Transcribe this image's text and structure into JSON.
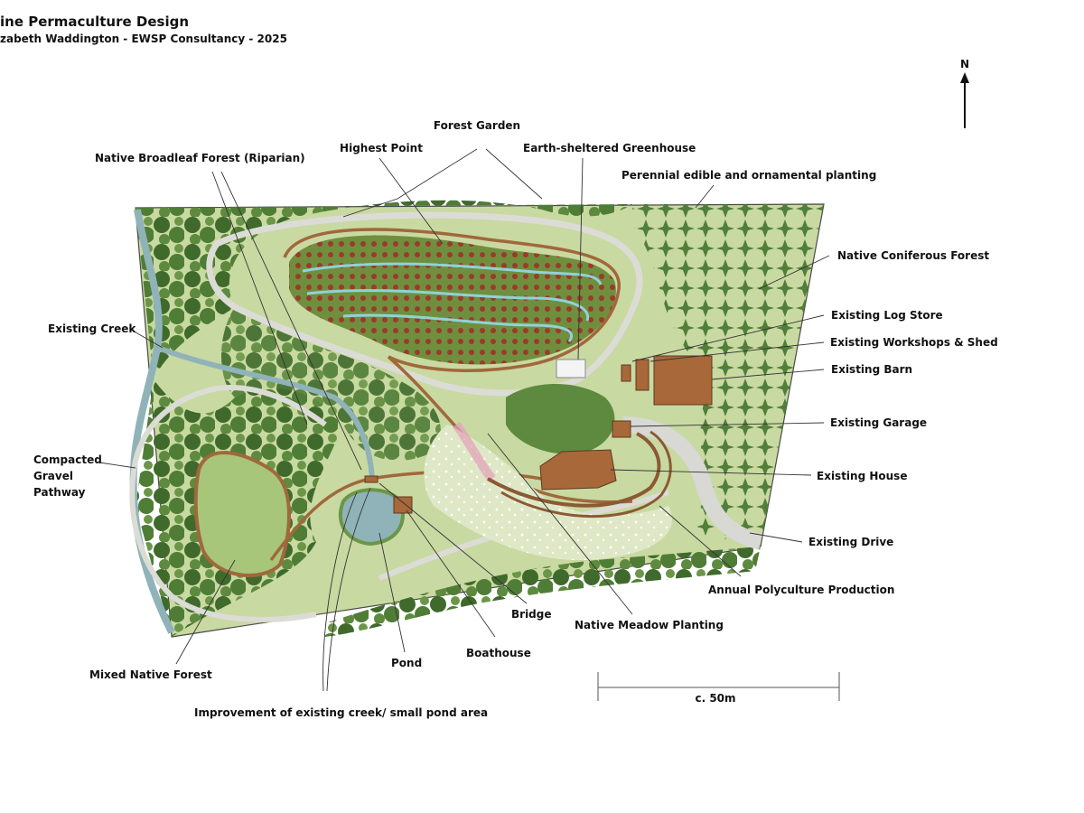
{
  "header": {
    "title": "ine Permaculture Design",
    "subtitle": "zabeth Waddington - EWSP Consultancy - 2025"
  },
  "north": "N",
  "scale": "c. 50m",
  "labels": {
    "forest_garden": "Forest Garden",
    "highest_point": "Highest Point",
    "greenhouse": "Earth-sheltered Greenhouse",
    "broadleaf": "Native Broadleaf Forest (Riparian)",
    "perennial": "Perennial edible and ornamental planting",
    "coniferous": "Native Coniferous Forest",
    "log_store": "Existing Log Store",
    "workshops": "Existing Workshops & Shed",
    "barn": "Existing Barn",
    "garage": "Existing Garage",
    "house": "Existing House",
    "drive": "Existing Drive",
    "polyculture": "Annual Polyculture Production",
    "meadow": "Native Meadow Planting",
    "bridge": "Bridge",
    "boathouse": "Boathouse",
    "pond": "Pond",
    "mixed": "Mixed Native Forest",
    "creek": "Existing Creek",
    "gravel_1": "Compacted",
    "gravel_2": "Gravel",
    "gravel_3": "Pathway",
    "creek_improve": "Improvement of existing creek/ small pond area"
  },
  "colors": {
    "ground": "#c9d9a2",
    "forest_dark": "#3f6a2c",
    "forest_mid": "#5d8a3e",
    "path_gravel": "#dcdcd6",
    "path_earth": "#a0683c",
    "water": "#8fb3b8",
    "roof": "#a8683a"
  }
}
